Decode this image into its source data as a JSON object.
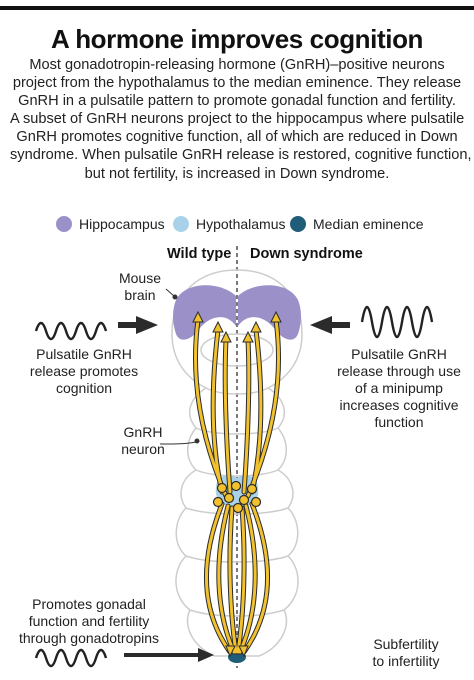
{
  "title": "A hormone improves cognition",
  "intro_lines": [
    "Most gonadotropin-releasing hormone (GnRH)–positive neurons",
    "project from the hypothalamus to the median eminence. They release",
    "GnRH in a pulsatile pattern to promote gonadal function and fertility.",
    "A subset of GnRH neurons project to the hippocampus where pulsatile",
    "GnRH promotes cognitive function, all of which are reduced in Down",
    "syndrome. When pulsatile GnRH release is restored, cognitive function,",
    "but not fertility, is increased in Down syndrome."
  ],
  "legend": [
    {
      "label": "Hippocampus",
      "color": "#9b90c8"
    },
    {
      "label": "Hypothalamus",
      "color": "#a9d2e8"
    },
    {
      "label": "Median eminence",
      "color": "#1f5d78"
    }
  ],
  "headers": {
    "left": "Wild type",
    "right": "Down syndrome"
  },
  "labels": {
    "mouse_brain": [
      "Mouse",
      "brain"
    ],
    "gnrh_neuron": [
      "GnRH",
      "neuron"
    ],
    "left_top": [
      "Pulsatile GnRH",
      "release promotes",
      "cognition"
    ],
    "right_top": [
      "Pulsatile GnRH",
      "release through use",
      "of a minipump",
      "increases cognitive",
      "function"
    ],
    "left_bottom": [
      "Promotes gonadal",
      "function and fertility",
      "through gonadotropins"
    ],
    "right_bottom": [
      "Subfertility",
      "to infertility"
    ]
  },
  "colors": {
    "neuron_fill": "#f2c12e",
    "neuron_stroke": "#2b2b2b",
    "brain_outline": "#cfcfcf",
    "arrow": "#2b2b2b",
    "divider": "#333333"
  }
}
